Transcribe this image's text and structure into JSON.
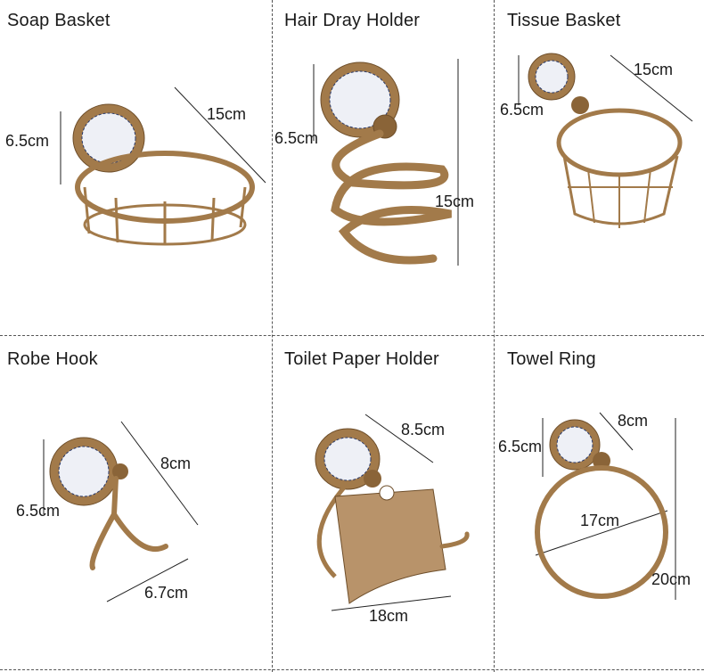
{
  "products": [
    {
      "title": "Soap Basket",
      "dims": [
        "6.5cm",
        "15cm"
      ]
    },
    {
      "title": "Hair Dray Holder",
      "dims": [
        "6.5cm",
        "15cm"
      ]
    },
    {
      "title": "Tissue Basket",
      "dims": [
        "6.5cm",
        "15cm"
      ]
    },
    {
      "title": "Robe Hook",
      "dims": [
        "6.5cm",
        "8cm",
        "6.7cm"
      ]
    },
    {
      "title": "Toilet Paper Holder",
      "dims": [
        "8.5cm",
        "18cm"
      ]
    },
    {
      "title": "Towel Ring",
      "dims": [
        "6.5cm",
        "8cm",
        "17cm",
        "20cm"
      ]
    }
  ],
  "colors": {
    "brass": "#a27a4a",
    "brass_light": "#c9a878",
    "brass_dark": "#6e4e2a",
    "porcelain": "#eef0f6",
    "pattern": "#2a3a6a"
  }
}
